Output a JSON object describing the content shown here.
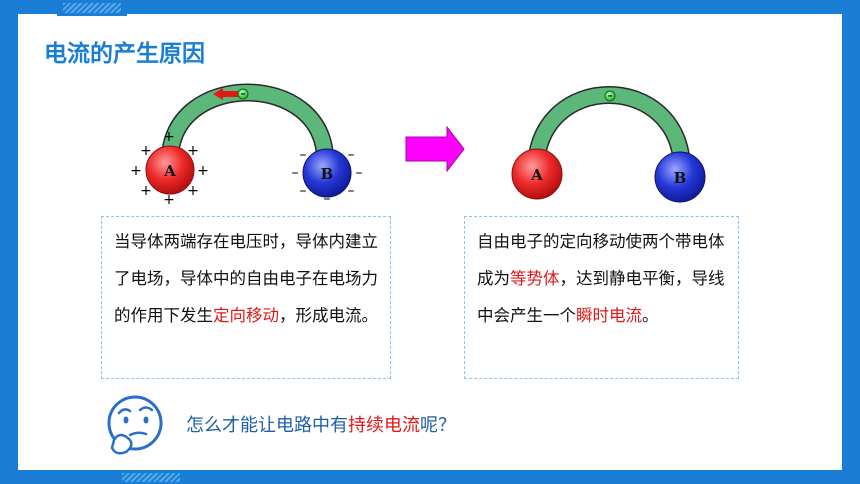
{
  "title": "电流的产生原因",
  "left_diagram": {
    "ball_a_label": "A",
    "ball_b_label": "B",
    "positive_sign": "+",
    "negative_sign": "–",
    "electron_sign": "-"
  },
  "right_diagram": {
    "ball_a_label": "A",
    "ball_b_label": "B",
    "electron_sign": "-"
  },
  "left_text": {
    "part1": "当导体两端存在电压时，导体内建立了电场，导体中的自由电子在电场力的作用下发生",
    "highlight": "定向移动",
    "part2": "，形成电流。"
  },
  "right_text": {
    "part1": "自由电子的定向移动使两个带电体成为",
    "highlight1": "等势体",
    "part2": "，达到静电平衡，导线中会产生一个",
    "highlight2": "瞬时电流",
    "part3": "。"
  },
  "question": {
    "part1": "怎么才能让电路中有",
    "highlight": "持续电流",
    "part2": "呢？"
  },
  "icons": {
    "arrow": "right-arrow-icon",
    "thinking": "thinking-face-icon"
  },
  "colors": {
    "accent_blue": "#1a7fd4",
    "highlight_red": "#e01818",
    "arrow_magenta": "#ff00ff",
    "wire_green": "#5cb87a"
  }
}
